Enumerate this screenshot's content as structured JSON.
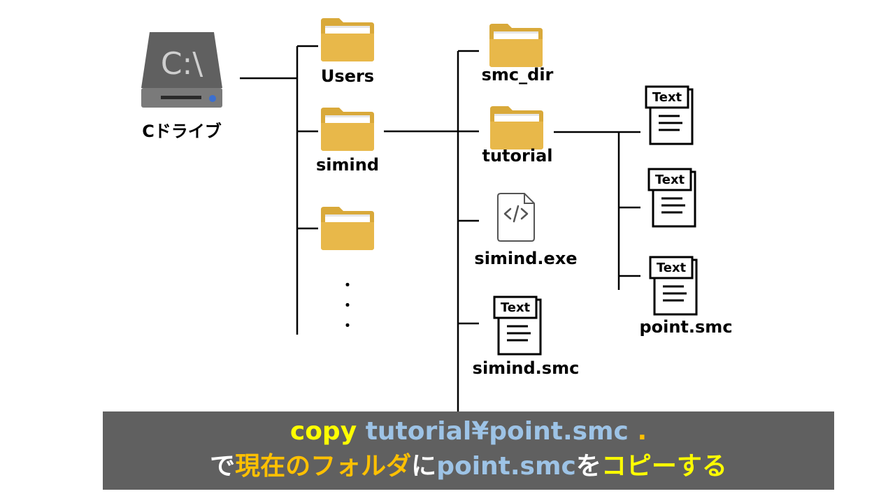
{
  "drive": {
    "icon_text": "C:\\",
    "label": "Cドライブ"
  },
  "level1": {
    "users": "Users",
    "simind": "simind",
    "dots": [
      "・",
      "・",
      "・"
    ]
  },
  "level2": {
    "smc_dir": "smc_dir",
    "tutorial": "tutorial",
    "simind_exe": "simind.exe",
    "simind_smc": "simind.smc"
  },
  "level3": {
    "point_smc": "point.smc"
  },
  "doc_tag": "Text",
  "banner": {
    "line1": [
      {
        "text": "copy ",
        "color": "#ffff00"
      },
      {
        "text": "tutorial¥point.smc",
        "color": "#9dc3e6"
      },
      {
        "text": " .",
        "color": "#ffc000"
      }
    ],
    "line2": [
      {
        "text": "で",
        "color": "#ffffff"
      },
      {
        "text": "現在のフォルダ",
        "color": "#ffc000"
      },
      {
        "text": "に",
        "color": "#ffffff"
      },
      {
        "text": "point.smc",
        "color": "#9dc3e6"
      },
      {
        "text": "を",
        "color": "#ffffff"
      },
      {
        "text": "コピーする",
        "color": "#ffff00"
      }
    ]
  },
  "colors": {
    "folder_front": "#e8b84a",
    "folder_back": "#d9a93a",
    "drive_body": "#606060",
    "drive_led": "#3b6fd0"
  }
}
